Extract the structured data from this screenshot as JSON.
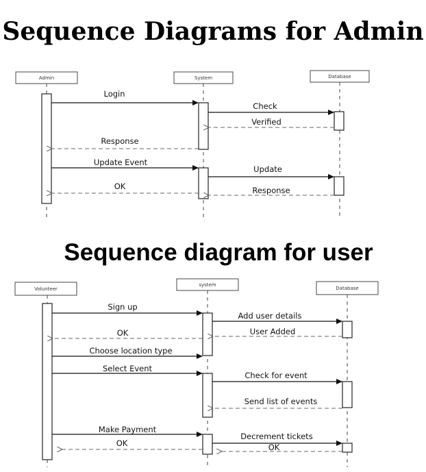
{
  "diagrams": [
    {
      "title": "Sequence Diagrams for Admin",
      "participants": [
        "Admin",
        "System",
        "Database"
      ],
      "messages": [
        {
          "label": "Login",
          "from": 0,
          "to": 1,
          "kind": "sync"
        },
        {
          "label": "Check",
          "from": 1,
          "to": 2,
          "kind": "sync"
        },
        {
          "label": "Verified",
          "from": 2,
          "to": 1,
          "kind": "reply"
        },
        {
          "label": "Response",
          "from": 1,
          "to": 0,
          "kind": "reply"
        },
        {
          "label": "Update Event",
          "from": 0,
          "to": 1,
          "kind": "sync"
        },
        {
          "label": "Update",
          "from": 1,
          "to": 2,
          "kind": "sync"
        },
        {
          "label": "OK",
          "from": 1,
          "to": 0,
          "kind": "reply"
        },
        {
          "label": "Response",
          "from": 2,
          "to": 1,
          "kind": "reply"
        }
      ]
    },
    {
      "title": "Sequence diagram for user",
      "participants": [
        "Volunteer",
        "system",
        "Database"
      ],
      "messages": [
        {
          "label": "Sign up",
          "from": 0,
          "to": 1,
          "kind": "sync"
        },
        {
          "label": "Add user details",
          "from": 1,
          "to": 2,
          "kind": "sync"
        },
        {
          "label": "OK",
          "from": 1,
          "to": 0,
          "kind": "reply"
        },
        {
          "label": "User Added",
          "from": 2,
          "to": 1,
          "kind": "reply"
        },
        {
          "label": "Choose location type",
          "from": 0,
          "to": 1,
          "kind": "sync"
        },
        {
          "label": "Select Event",
          "from": 0,
          "to": 1,
          "kind": "sync"
        },
        {
          "label": "Check for event",
          "from": 1,
          "to": 2,
          "kind": "sync"
        },
        {
          "label": "Send list of events",
          "from": 2,
          "to": 1,
          "kind": "reply"
        },
        {
          "label": "Make Payment",
          "from": 0,
          "to": 1,
          "kind": "sync"
        },
        {
          "label": "Decrement tickets",
          "from": 1,
          "to": 2,
          "kind": "sync"
        },
        {
          "label": "OK",
          "from": 1,
          "to": 0,
          "kind": "reply"
        },
        {
          "label": "OK",
          "from": 2,
          "to": 1,
          "kind": "reply"
        }
      ]
    }
  ]
}
